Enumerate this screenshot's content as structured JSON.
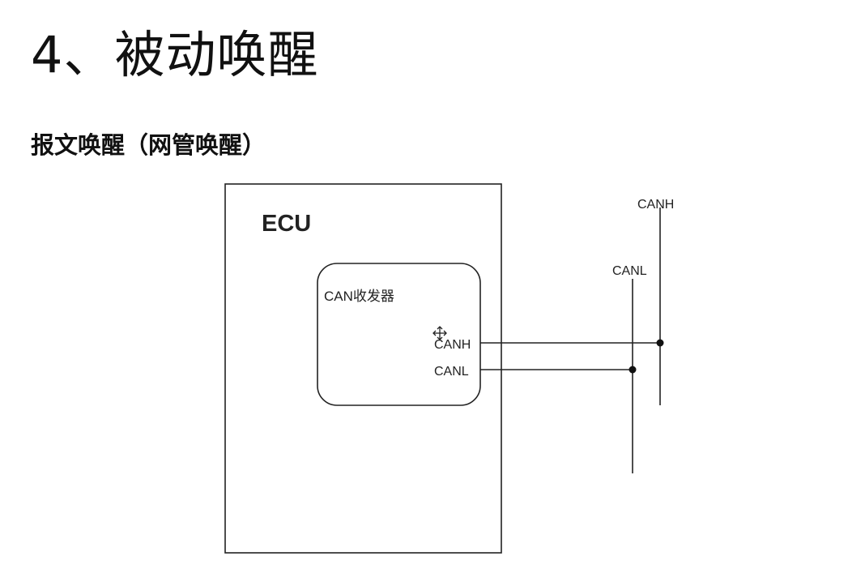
{
  "slide": {
    "title": "4、被动唤醒",
    "subtitle": "报文唤醒（网管唤醒）"
  },
  "diagram": {
    "ecu_label": "ECU",
    "transceiver_label": "CAN收发器",
    "transceiver_pins": {
      "high": "CANH",
      "low": "CANL"
    },
    "bus_lines": {
      "high": "CANH",
      "low": "CANL"
    },
    "colors": {
      "line": "#222222",
      "background": "#ffffff"
    }
  },
  "cursor_icon": "move-cursor-icon"
}
